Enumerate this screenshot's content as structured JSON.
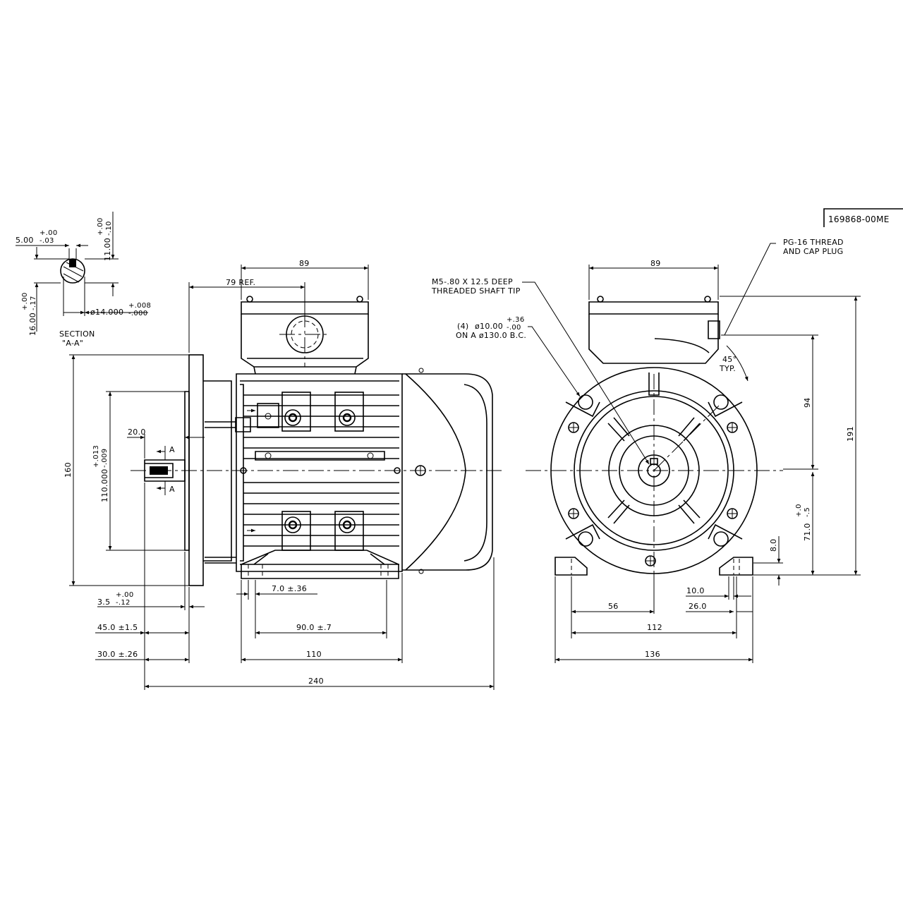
{
  "drawing": {
    "drawing_number": "169868-00ME",
    "section": {
      "title": "SECTION",
      "name": "\"A-A\""
    },
    "section_dims": {
      "key_width": {
        "value": "5.00",
        "tol_upper": "+.00",
        "tol_lower": "-.03"
      },
      "key_height": {
        "value": "11.00",
        "tol_upper": "+.00",
        "tol_lower": "-.10"
      },
      "shaft_depth": {
        "value": "16.00",
        "tol_upper": "+.00",
        "tol_lower": "-.17"
      },
      "shaft_diameter": {
        "value": "ø14.000",
        "tol_upper": "+.008",
        "tol_lower": "-.000"
      }
    },
    "side_view": {
      "terminal_box_width": "89",
      "terminal_box_ref": "79  REF.",
      "flange_height": "160",
      "pilot_diameter": {
        "value": "110.000",
        "tol_upper": "+.013",
        "tol_lower": "-.009"
      },
      "shaft_length": "20.0",
      "section_mark": "A",
      "flange_thickness": {
        "value": "3.5",
        "tol_upper": "+.00",
        "tol_lower": "-.12"
      },
      "foot_slot": "7.0 ±.36",
      "shaft_extension": "45.0 ±1.5",
      "foot_hole_spacing": "90.0 ±.7",
      "flange_offset": "30.0 ±.26",
      "frame_length": "110",
      "overall_length": "240"
    },
    "end_view": {
      "terminal_box_width": "89",
      "thread_note": [
        "PG-16 THREAD",
        "AND CAP PLUG"
      ],
      "shaft_tip_note": [
        "M5-.80 X 12.5 DEEP",
        "THREADED SHAFT TIP"
      ],
      "holes_note": {
        "prefix": "(4)",
        "value": "ø10.00",
        "tol_upper": "+.36",
        "tol_lower": "-.00",
        "line2": "ON A ø130.0 B.C."
      },
      "angle": [
        "45°",
        "TYP."
      ],
      "box_height": "94",
      "overall_height": "191",
      "shaft_height": {
        "value": "71.0",
        "tol_upper": "+.0",
        "tol_lower": "-.5"
      },
      "foot_thickness": "8.0",
      "foot_slot_width": "10.0",
      "half_hole_spacing": "56",
      "foot_width": "26.0",
      "hole_spacing": "112",
      "overall_width": "136"
    }
  }
}
